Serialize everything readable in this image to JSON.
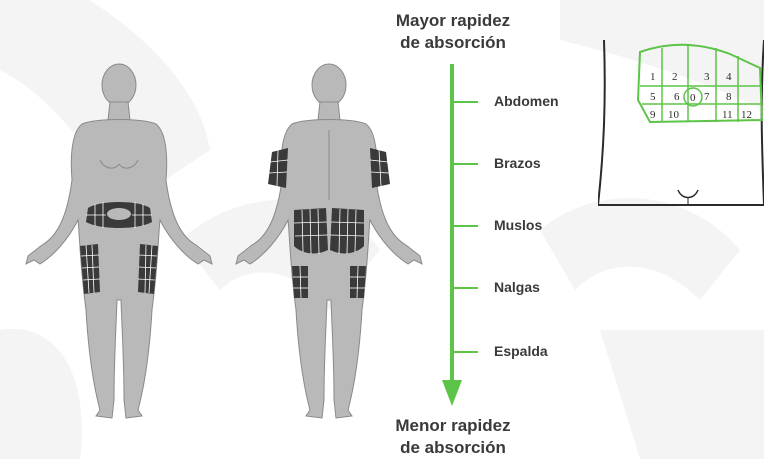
{
  "top_label": {
    "line1": "Mayor rapidez",
    "line2": "de absorción"
  },
  "bottom_label": {
    "line1": "Menor rapidez",
    "line2": "de absorción"
  },
  "sites": [
    "Abdomen",
    "Brazos",
    "Muslos",
    "Nalgas",
    "Espalda"
  ],
  "abdomen_grid": {
    "row1": [
      "1",
      "2",
      "3",
      "4"
    ],
    "row2": [
      "5",
      "6",
      "7",
      "8"
    ],
    "center": "0",
    "row3": [
      "9",
      "10",
      "11",
      "12"
    ]
  },
  "colors": {
    "accent_green": "#5cc447",
    "body_gray": "#b9b9b9",
    "zone_dark": "#3a3a3a",
    "background_shapes": "#f3f3f3"
  }
}
